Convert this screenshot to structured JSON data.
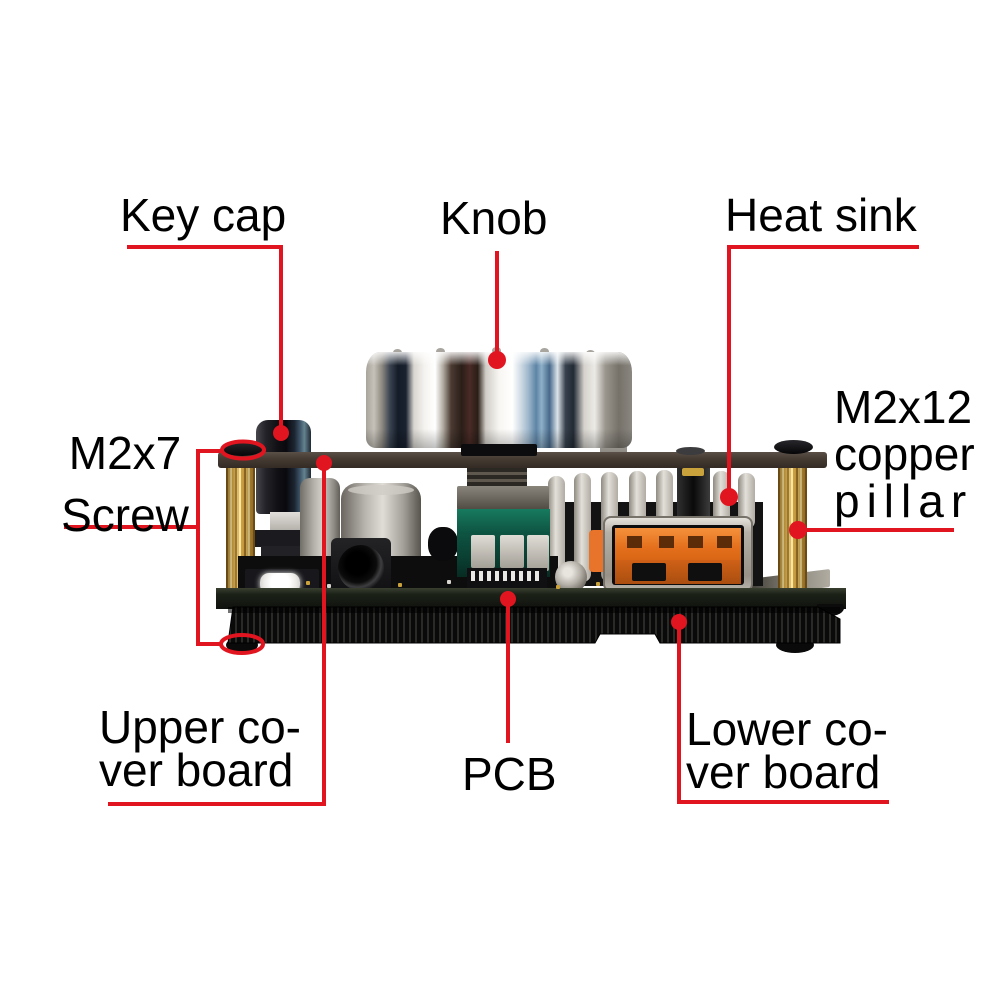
{
  "figure": {
    "description_visible_text_only": true
  },
  "callouts": {
    "key_cap": {
      "lines": [
        "Key cap"
      ]
    },
    "knob": {
      "lines": [
        "Knob"
      ]
    },
    "heat_sink": {
      "lines": [
        "Heat sink"
      ]
    },
    "m2x7_screw": {
      "lines": [
        "M2x7",
        "Screw"
      ]
    },
    "m2x12_copper_pillar": {
      "lines": [
        "M2x12",
        "copper",
        "pillar"
      ]
    },
    "upper_cover_board": {
      "lines": [
        "Upper co-",
        "ver board"
      ]
    },
    "pcb": {
      "lines": [
        "PCB"
      ]
    },
    "lower_cover_board": {
      "lines": [
        "Lower co-",
        "ver board"
      ]
    }
  },
  "colors": {
    "annotation_red": "#e11520",
    "label_text": "#000000",
    "background": "#ffffff",
    "upper_cover_brown": "#4a3f35",
    "brass_pillar": "#d9b45a",
    "usb_orange": "#e8731f",
    "potentiometer_green": "#0e5443",
    "knob_chrome": "#e9e7e2",
    "heatsink_silver": "#cfccc4",
    "pcb_dark": "#161a12",
    "lower_cover_black": "#0d0d0d",
    "keycap_black": "#131318"
  }
}
